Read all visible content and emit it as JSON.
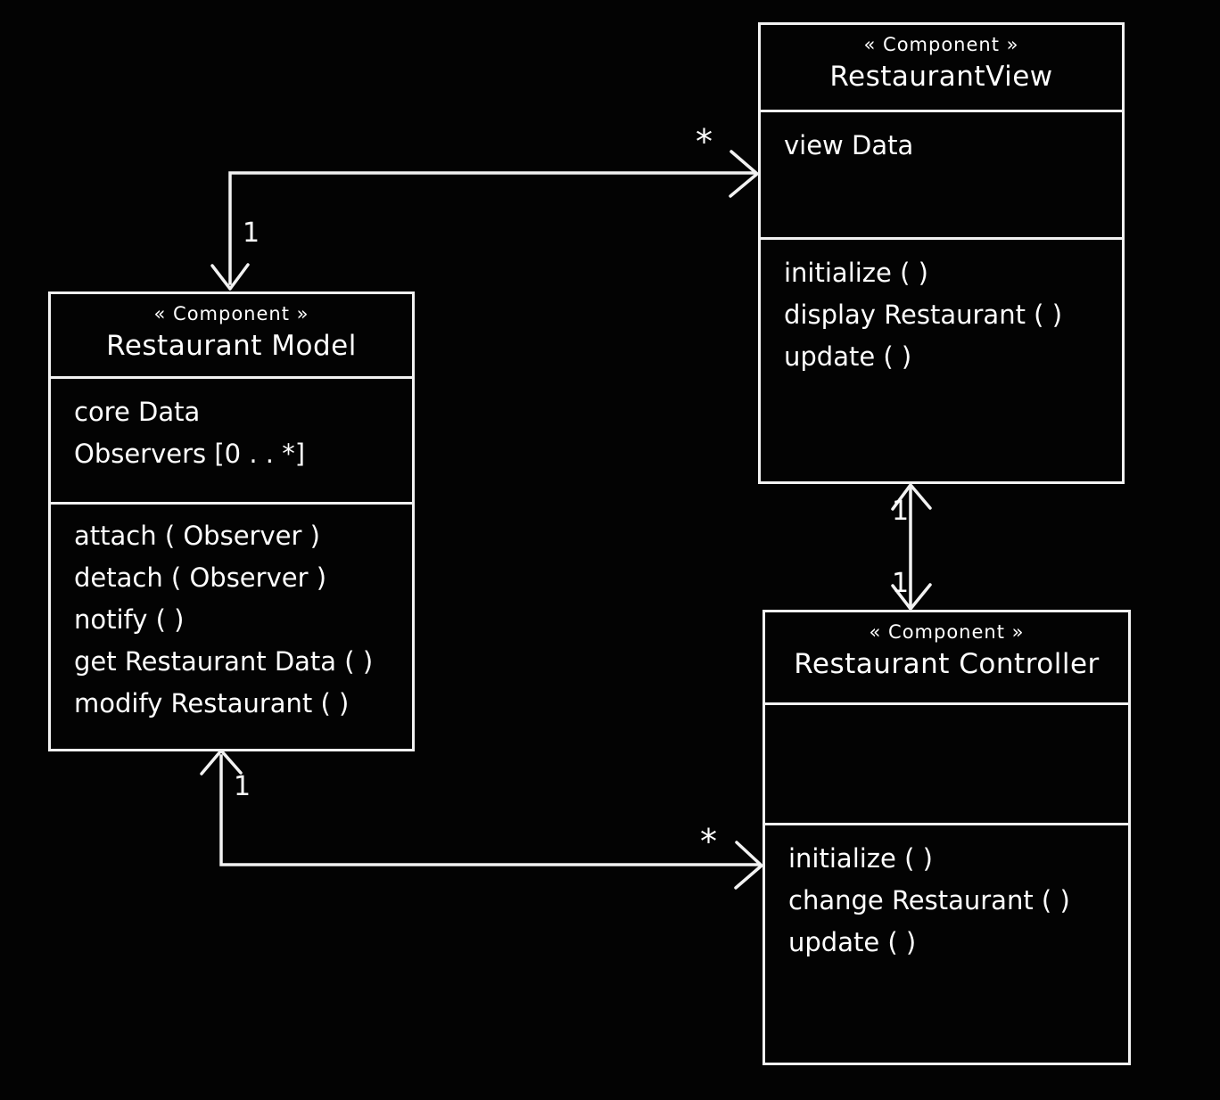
{
  "diagram": {
    "type": "uml-component-diagram",
    "title": "Restaurant MVC Component Diagram",
    "background_color": "#030303",
    "stroke_color": "#f2f2f2",
    "text_color": "#ffffff",
    "style": "hand-drawn whiteboard"
  },
  "components": {
    "view": {
      "stereotype": "« Component »",
      "name": "RestaurantView",
      "attributes": [
        "view Data"
      ],
      "operations": [
        "initialize ( )",
        "display Restaurant ( )",
        "update ( )"
      ]
    },
    "model": {
      "stereotype": "« Component »",
      "name": "Restaurant Model",
      "attributes": [
        "core Data",
        "Observers [0 . . *]"
      ],
      "operations": [
        "attach ( Observer )",
        "detach ( Observer )",
        "notify ( )",
        "get Restaurant Data ( )",
        "modify Restaurant ( )"
      ]
    },
    "controller": {
      "stereotype": "« Component »",
      "name": "Restaurant Controller",
      "attributes": [],
      "operations": [
        "initialize ( )",
        "change Restaurant ( )",
        "update ( )"
      ]
    }
  },
  "connections": [
    {
      "id": "model-view",
      "from": "Restaurant Model",
      "to": "RestaurantView",
      "kind": "bidirectional-association",
      "source_multiplicity": "1",
      "target_multiplicity": "*"
    },
    {
      "id": "view-controller",
      "from": "RestaurantView",
      "to": "Restaurant Controller",
      "kind": "bidirectional-association",
      "source_multiplicity": "1",
      "target_multiplicity": "1"
    },
    {
      "id": "model-controller",
      "from": "Restaurant Model",
      "to": "Restaurant Controller",
      "kind": "bidirectional-association",
      "source_multiplicity": "1",
      "target_multiplicity": "*"
    }
  ],
  "multiplicity_labels": {
    "model_view_one": "1",
    "model_view_star": "*",
    "view_controller_top": "1",
    "view_controller_bottom": "1",
    "model_controller_one": "1",
    "model_controller_star": "*"
  }
}
